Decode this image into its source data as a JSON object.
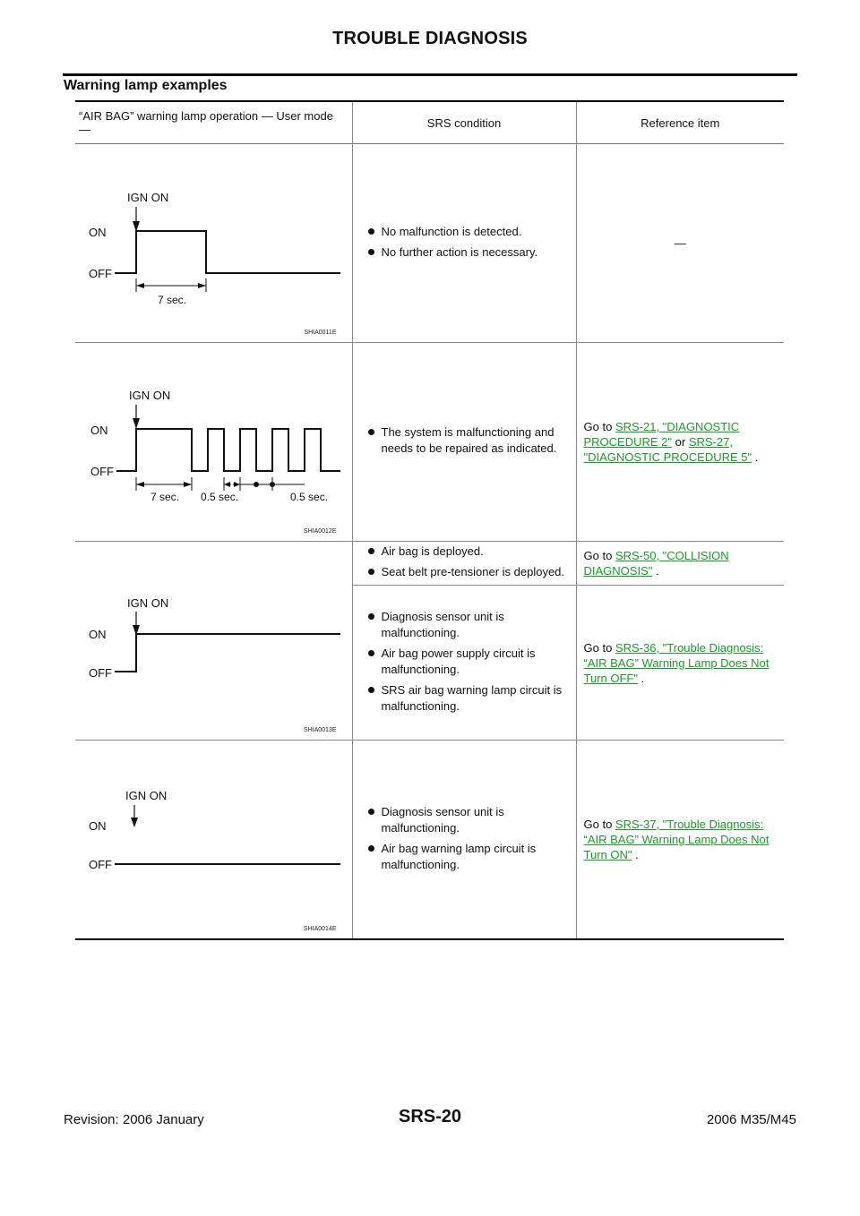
{
  "header": {
    "title": "TROUBLE DIAGNOSIS"
  },
  "section": {
    "heading": "Warning lamp examples"
  },
  "table": {
    "headers": [
      "“AIR BAG” warning lamp operation — User mode —",
      "SRS condition",
      "Reference item"
    ],
    "rows": [
      {
        "figure": {
          "code": "SHIA0011E",
          "ign_label": "IGN ON",
          "on_label": "ON",
          "off_label": "OFF",
          "dim1": "7 sec."
        },
        "conditions": [
          "No malfunction is detected.",
          "No further action is necessary."
        ],
        "reference": {
          "dash": "—"
        }
      },
      {
        "figure": {
          "code": "SHIA0012E",
          "ign_label": "IGN ON",
          "on_label": "ON",
          "off_label": "OFF",
          "dim1": "7 sec.",
          "dim2": "0.5 sec.",
          "dim3": "0.5 sec."
        },
        "conditions": [
          "The system is malfunctioning and needs to be repaired as indicated."
        ],
        "reference": {
          "prefix": "Go to ",
          "link1": "SRS-21, \"DIAGNOSTIC PROCEDURE 2\"",
          "middle": " or ",
          "link2": "SRS-27, \"DIAGNOSTIC PROCEDURE 5\"",
          "suffix": " ."
        }
      },
      {
        "figure": {
          "code": "SHIA0013E",
          "ign_label": "IGN ON",
          "on_label": "ON",
          "off_label": "OFF"
        },
        "sub": [
          {
            "conditions": [
              "Air bag is deployed.",
              "Seat belt pre-tensioner is deployed."
            ],
            "reference": {
              "prefix": "Go to ",
              "link": "SRS-50, \"COLLISION DIAGNOSIS\"",
              "suffix": " ."
            }
          },
          {
            "conditions": [
              "Diagnosis sensor unit is malfunctioning.",
              "Air bag power supply circuit is malfunctioning.",
              "SRS air bag warning lamp circuit is malfunctioning."
            ],
            "reference": {
              "prefix": "Go to ",
              "link": "SRS-36, \"Trouble Diagnosis: “AIR BAG” Warning Lamp Does Not Turn OFF\"",
              "suffix": " ."
            }
          }
        ]
      },
      {
        "figure": {
          "code": "SHIA0014E",
          "ign_label": "IGN ON",
          "on_label": "ON",
          "off_label": "OFF"
        },
        "conditions": [
          "Diagnosis sensor unit is malfunctioning.",
          "Air bag warning lamp circuit is malfunctioning."
        ],
        "reference": {
          "prefix": "Go to ",
          "link": "SRS-37, \"Trouble Diagnosis: “AIR BAG” Warning Lamp Does Not Turn ON\"",
          "suffix": " ."
        }
      }
    ]
  },
  "footer": {
    "revision": "Revision: 2006 January",
    "page": "SRS-20",
    "model": "2006 M35/M45"
  }
}
